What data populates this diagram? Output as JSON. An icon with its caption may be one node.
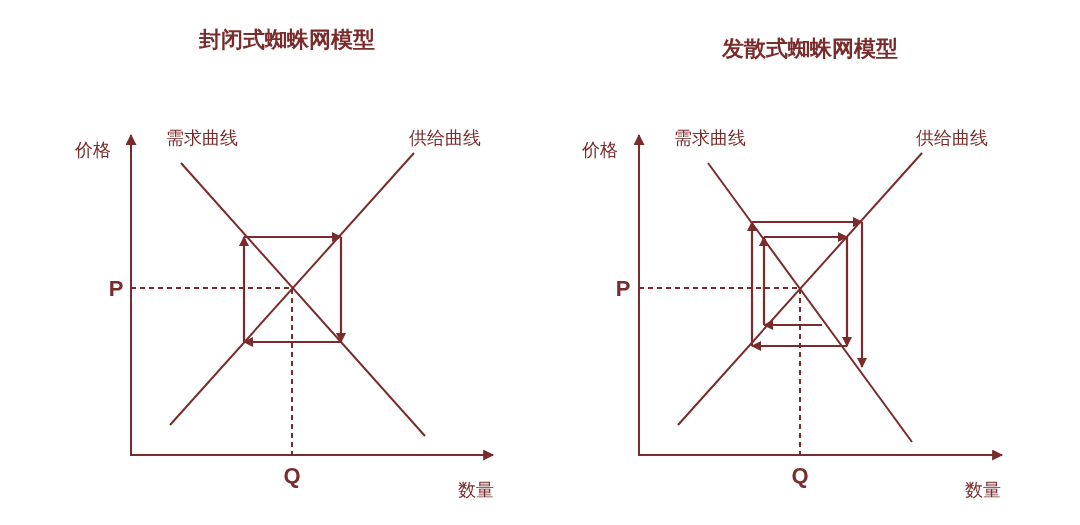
{
  "diagram": {
    "labels": [
      "封闭式蜘蛛网模型",
      "价格",
      "需求曲线",
      "供给曲线",
      "P",
      "Q",
      "数量",
      "发散式蜘蛛网模型",
      "价格",
      "需求曲线",
      "供给曲线",
      "P",
      "Q",
      "数量"
    ]
  }
}
